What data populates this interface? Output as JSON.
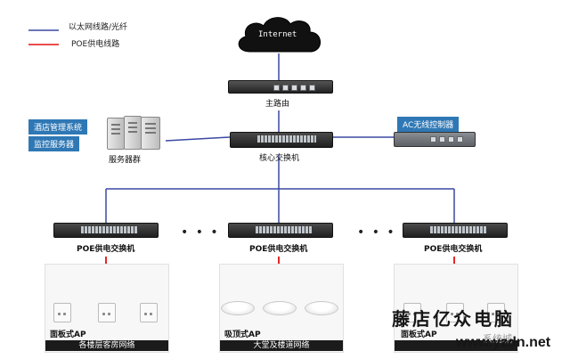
{
  "legend": {
    "ethernet_label": "以太网线路/光纤",
    "poe_label": "POE供电线路"
  },
  "colors": {
    "ethernet": "#3b48a3",
    "poe": "#e01010",
    "blue_box": "#2f78b5"
  },
  "internet_label": "Internet",
  "main_router_label": "主路由",
  "core_switch_label": "核心交换机",
  "server_group_label": "服务器群",
  "server_tags": [
    "酒店管理系统",
    "监控服务器"
  ],
  "ac_label": "AC无线控制器",
  "poe_switch_label": "POE供电交换机",
  "ellipsis": "• • •",
  "zones": [
    {
      "ap_label": "面板式AP",
      "footer": "各楼层客房网络"
    },
    {
      "ap_label": "吸顶式AP",
      "footer": "大堂及楼道网络"
    },
    {
      "ap_label": "面板式AP",
      "footer": ""
    }
  ],
  "watermark": {
    "line1": "藤店亿众电脑",
    "line2": "www.yzdn.net",
    "faint": "系统城"
  }
}
